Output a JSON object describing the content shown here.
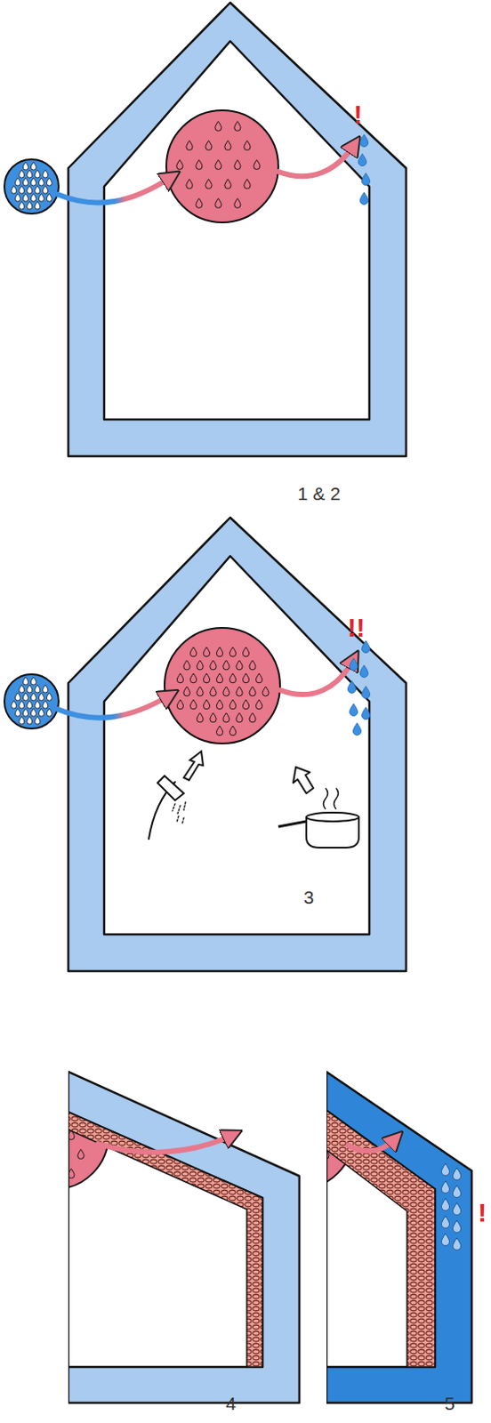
{
  "diagram": {
    "labels": [
      "1 & 2",
      "!",
      "3",
      "!!",
      "4",
      "5",
      "!"
    ]
  }
}
